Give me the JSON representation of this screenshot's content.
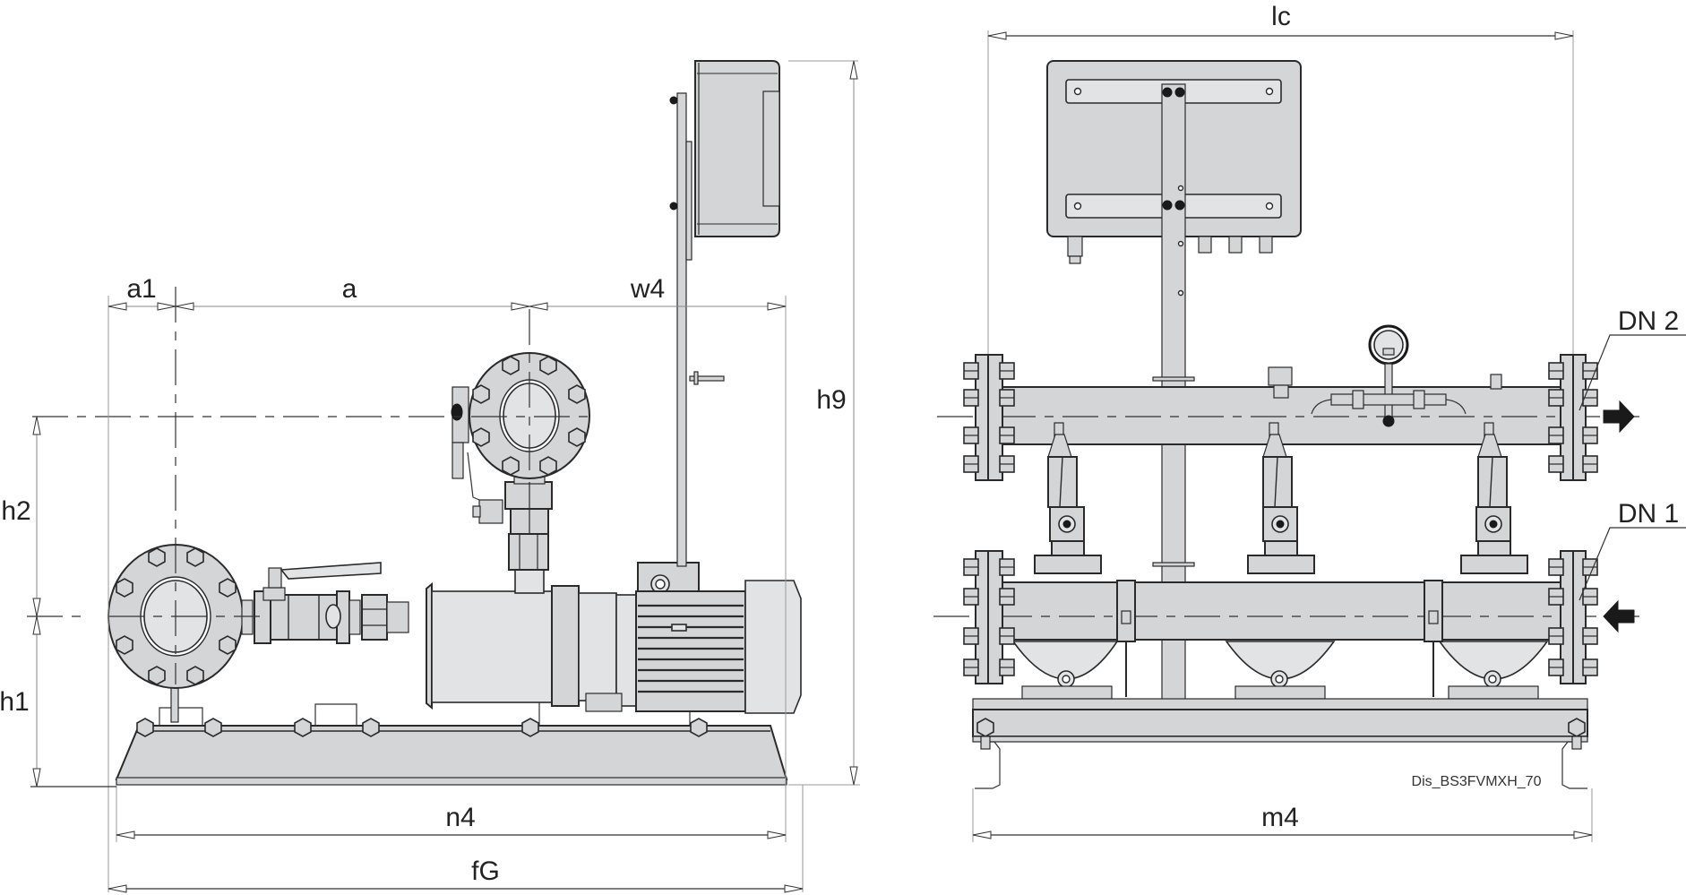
{
  "drawing": {
    "title": "Booster set dimensional drawing",
    "drawing_code": "Dis_BS3FVMXH_70",
    "colors": {
      "line": "#333333",
      "fill": "#d4d5d6",
      "arrow": "#1a1a1a",
      "background": "#ffffff"
    }
  },
  "side_view": {
    "dimensions": {
      "a1": "a1",
      "a": "a",
      "w4": "w4",
      "h9": "h9",
      "h2": "h2",
      "h1": "h1",
      "n4": "n4",
      "fG": "fG"
    }
  },
  "front_view": {
    "dimensions": {
      "lc": "lc",
      "m4": "m4"
    },
    "connections": {
      "outlet": "DN 2",
      "inlet": "DN 1"
    },
    "pump_count": 3,
    "icons": {
      "outlet_arrow": "arrow-right-icon",
      "inlet_arrow": "arrow-left-icon"
    }
  }
}
